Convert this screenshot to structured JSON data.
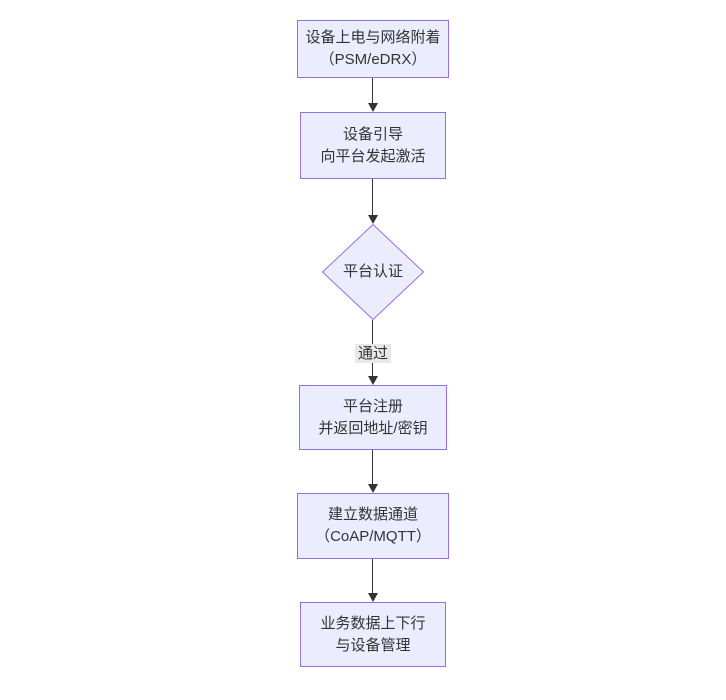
{
  "diagram": {
    "type": "flowchart-top-down",
    "colors": {
      "background": "#ffffff",
      "node_fill": "#ECECFF",
      "node_border": "#9370DB",
      "text": "#333333",
      "edge_line": "#333333",
      "edge_label_bg": "#e8e8e8"
    },
    "nodes": [
      {
        "id": "A",
        "shape": "rect",
        "lines": [
          "设备上电与网络附着",
          "（PSM/eDRX）"
        ]
      },
      {
        "id": "B",
        "shape": "rect",
        "lines": [
          "设备引导",
          "向平台发起激活"
        ]
      },
      {
        "id": "C",
        "shape": "diamond",
        "lines": [
          "平台认证"
        ]
      },
      {
        "id": "D",
        "shape": "rect",
        "lines": [
          "平台注册",
          "并返回地址/密钥"
        ]
      },
      {
        "id": "E",
        "shape": "rect",
        "lines": [
          "建立数据通道",
          "（CoAP/MQTT）"
        ]
      },
      {
        "id": "F",
        "shape": "rect",
        "lines": [
          "业务数据上下行",
          "与设备管理"
        ]
      }
    ],
    "edges": [
      {
        "from": "A",
        "to": "B",
        "label": ""
      },
      {
        "from": "B",
        "to": "C",
        "label": ""
      },
      {
        "from": "C",
        "to": "D",
        "label": "通过"
      },
      {
        "from": "D",
        "to": "E",
        "label": ""
      },
      {
        "from": "E",
        "to": "F",
        "label": ""
      }
    ]
  }
}
